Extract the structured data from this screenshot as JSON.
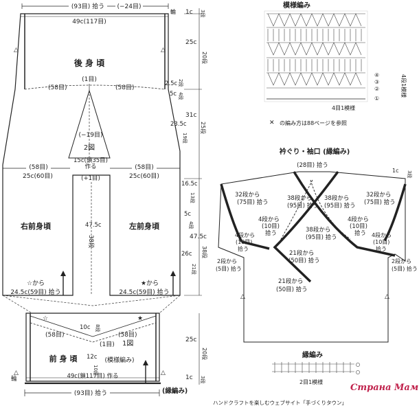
{
  "top_dims": {
    "total": "(93目) 拾う",
    "center": "(−24目)",
    "ring": "輪"
  },
  "back": {
    "title": "後 身 頃",
    "top_stitch": "49c(117目)",
    "left_half": "(58目)",
    "right_half": "(58目)",
    "center_st": "(1目)",
    "left_mark": "△",
    "right_mark": "△"
  },
  "center_piece": {
    "dec": "(−19目)",
    "label": "2図",
    "bottom": "15c(鎖35目)",
    "bottom2": "作る",
    "inc": "(+1目)",
    "height": "47.5c",
    "height_rows": "38段"
  },
  "front_left": {
    "title": "右前身頃",
    "top": "(58目)",
    "row": "25c(60目)",
    "start": "☆から",
    "pick": "24.5c(59目) 拾う"
  },
  "front_right": {
    "title": "左前身頃",
    "top": "(58目)",
    "row": "25c(60目)",
    "start": "★から",
    "pick": "24.5c(59目) 拾う"
  },
  "right_dims": {
    "d1": "1c",
    "d1r": "3段",
    "d2": "25c",
    "d2r": "20段",
    "d3": "2.5c",
    "d3r": "2段",
    "d4": "5c",
    "d4r": "4段",
    "d5": "31c",
    "d5r": "25段",
    "d6": "23.5c",
    "d6r": "19段",
    "d7": "16.5c",
    "d7r": "13段",
    "d8": "5c",
    "d8r": "4段",
    "d9": "47.5c",
    "d9r": "38段",
    "d10": "26c",
    "d10r": "21段"
  },
  "bottom_piece": {
    "title": "前 身 頃",
    "pattern": "(模様編み)",
    "fig": "1図",
    "star1": "☆",
    "star2": "★",
    "left_st": "(58目)",
    "right_st": "(58目)",
    "center_st": "(1目)",
    "center_h": "10c",
    "center_h_rows": "8段",
    "bottom_h": "12c",
    "bottom_h_rows": "10段",
    "bottom_row": "49c(鎖117目) 作る",
    "ring": "輪",
    "pickup": "(93目) 拾う",
    "edge": "(縁編み)",
    "rd1": "25c",
    "rd1r": "20段",
    "rd2": "1c",
    "rd2r": "3段"
  },
  "pattern": {
    "title": "模様編み",
    "rows": [
      "④",
      "③",
      "②",
      "①"
    ],
    "repeat": "4段1模様",
    "repeat_bottom": "4目1模様",
    "note": "の編み方は88ページを参照"
  },
  "collar": {
    "title": "衿ぐり・袖口 (縁編み)",
    "top": "(28目) 拾う",
    "top_r": "1c",
    "top_rr": "3段",
    "left_32": "32段から",
    "left_75": "(75目) 拾う",
    "right_32": "32段から",
    "right_75": "(75目) 拾う",
    "c38a": "38段から",
    "c95a": "(95目) 拾う",
    "c38b": "38段から",
    "c95b": "(95目) 拾う",
    "l4": "4段から",
    "l10": "(10目)",
    "l4b": "拾う",
    "r4": "4段から",
    "r10": "(10目)",
    "r4b": "拾う",
    "ll4": "4段から",
    "ll10": "(10目)",
    "ll4b": "拾う",
    "rr4": "4段から",
    "rr10": "(10目)",
    "rr4b": "拾う",
    "c21a": "21段から",
    "c50a": "(50目) 拾う",
    "c21b": "21段から",
    "c50b": "(50目) 拾う",
    "l2": "2段から",
    "l5": "(5目) 拾う",
    "r2": "2段から",
    "r5": "(5目) 拾う"
  },
  "edge": {
    "title": "縁編み",
    "repeat": "2目1模様"
  },
  "footer": "ハンドクラフトを楽しむウェブサイト「手づくりタウン」",
  "watermark": "Страна Мам"
}
